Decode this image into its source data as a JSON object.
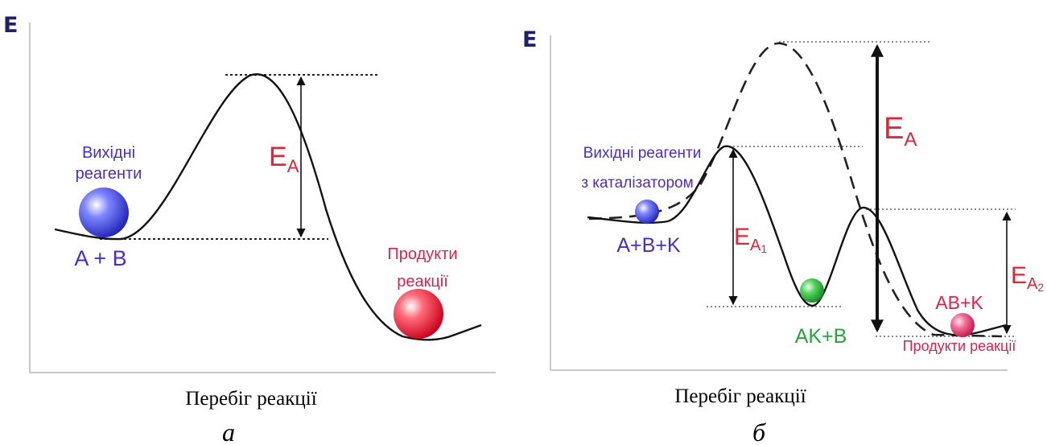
{
  "panel_a": {
    "axis_label": "E",
    "reactants_line1": "Вихідні",
    "reactants_line2": "реагенти",
    "reactants_formula": "A + B",
    "products_line1": "Продукти",
    "products_line2": "реакції",
    "energy_label_main": "E",
    "energy_label_sub": "A",
    "caption": "Перебіг реакції",
    "letter": "а"
  },
  "panel_b": {
    "axis_label": "E",
    "reactants_line1": "Вихідні реагенти",
    "reactants_line2": "з каталізатором",
    "reactants_formula": "A+B+K",
    "intermediate_formula": "AK+B",
    "products_formula": "AB+K",
    "products_label": "Продукти реакції",
    "ea_main": "E",
    "ea_sub": "A",
    "ea1_main": "E",
    "ea1_sub": "A",
    "ea1_index": "1",
    "ea2_main": "E",
    "ea2_sub": "A",
    "ea2_index": "2",
    "caption": "Перебіг реакції",
    "letter": "б"
  },
  "colors": {
    "reactant_ball": "#3a3fe0",
    "product_ball": "#e8102a",
    "intermediate_ball": "#2ec23a",
    "product_ball_b": "#e83060"
  }
}
